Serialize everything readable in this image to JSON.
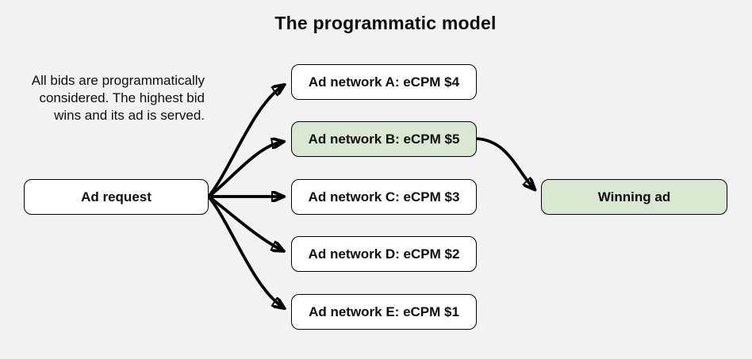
{
  "title": "The programmatic model",
  "description": {
    "lines": [
      "All bids are programmatically",
      "considered. The highest bid",
      "wins and its ad is served."
    ]
  },
  "nodes": {
    "ad_request": "Ad request",
    "network_a": "Ad network A: eCPM $4",
    "network_b": "Ad network B: eCPM $5",
    "network_c": "Ad network C: eCPM $3",
    "network_d": "Ad network D: eCPM $2",
    "network_e": "Ad network E: eCPM $1",
    "winning_ad": "Winning ad"
  },
  "highlighted_nodes": [
    "Ad network B: eCPM $5",
    "Winning ad"
  ],
  "colors": {
    "background": "#f2f2f2",
    "node_fill": "#ffffff",
    "highlight_fill": "#d9e8d2",
    "outline": "#000000",
    "arrow": "#000000",
    "text": "#0d0d0d"
  }
}
